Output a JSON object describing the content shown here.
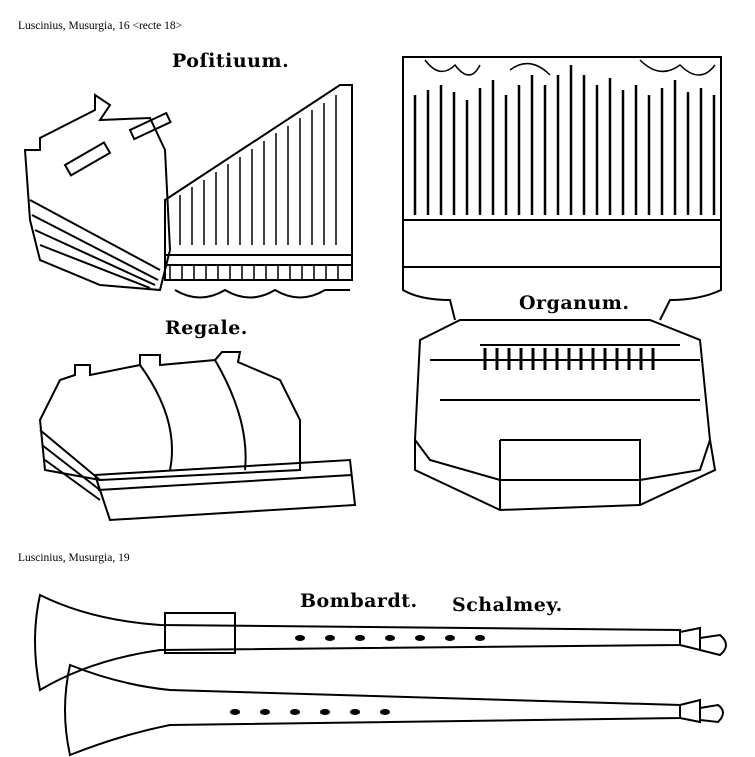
{
  "captions": {
    "top": "Luscinius, Musurgia, 16 <recte 18>",
    "bottom": "Luscinius, Musurgia, 19"
  },
  "labels": {
    "positiuum": "Poſitiuum.",
    "regale": "Regale.",
    "organum": "Organum.",
    "bombardt": "Bombardt.",
    "schalmey": "Schalmey."
  }
}
